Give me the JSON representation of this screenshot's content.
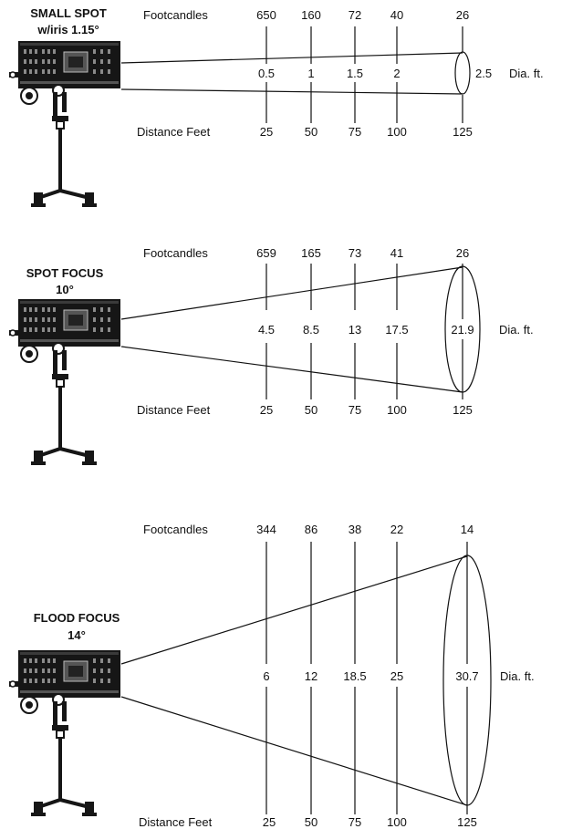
{
  "labels": {
    "footcandles": "Footcandles",
    "distance": "Distance Feet",
    "diameter": "Dia. ft."
  },
  "sections": [
    {
      "title": "SMALL SPOT",
      "subtitle": "w/iris 1.15°",
      "footcandles": [
        "650",
        "160",
        "72",
        "40",
        "26"
      ],
      "distances": [
        "25",
        "50",
        "75",
        "100",
        "125"
      ],
      "diameters": [
        "0.5",
        "1",
        "1.5",
        "2",
        "2.5"
      ]
    },
    {
      "title": "SPOT FOCUS",
      "subtitle": "10°",
      "footcandles": [
        "659",
        "165",
        "73",
        "41",
        "26"
      ],
      "distances": [
        "25",
        "50",
        "75",
        "100",
        "125"
      ],
      "diameters": [
        "4.5",
        "8.5",
        "13",
        "17.5",
        "21.9"
      ]
    },
    {
      "title": "FLOOD FOCUS",
      "subtitle": "14°",
      "footcandles": [
        "344",
        "86",
        "38",
        "22",
        "14"
      ],
      "distances": [
        "25",
        "50",
        "75",
        "100",
        "125"
      ],
      "diameters": [
        "6",
        "12",
        "18.5",
        "25",
        "30.7"
      ]
    }
  ]
}
